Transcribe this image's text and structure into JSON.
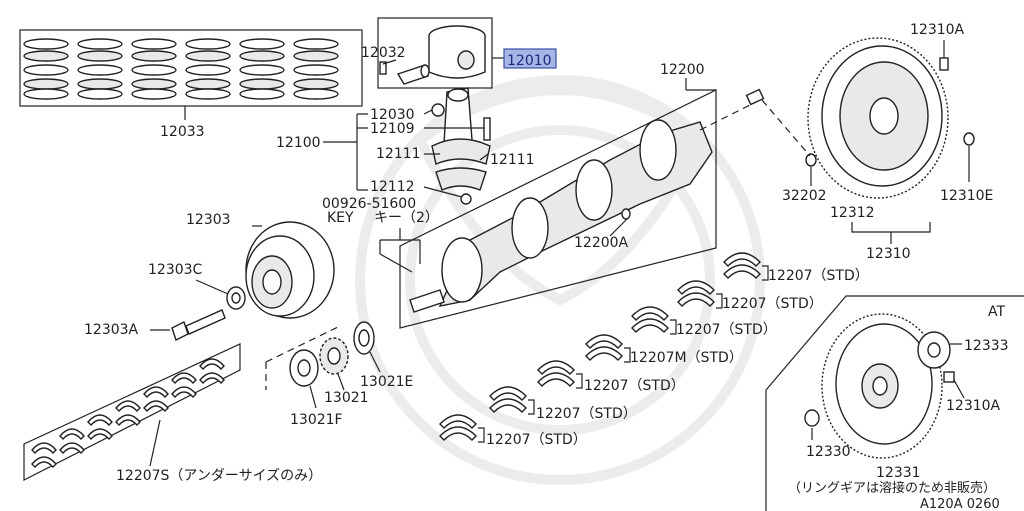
{
  "diagram": {
    "parts": {
      "rings": "12033",
      "piston": "12010",
      "pin": "12032",
      "rod_assembly": "12100",
      "rod_nut": "12030",
      "rod_bolt": "12109",
      "rod_bearing_left": "12111",
      "rod_bearing_right": "12111",
      "rod_cap_nut": "12112",
      "crankshaft": "12200",
      "crank_key_number": "00926-51600",
      "crank_key_label": "KEY",
      "crank_key_jp": "キー（2）",
      "crank_plug": "12200A",
      "pulley": "12303",
      "pulley_washer": "12303C",
      "pulley_bolt": "12303A",
      "flywheel_bolt_top": "12310A",
      "flywheel_dowel": "12310E",
      "pilot_bushing": "32202",
      "ring_gear": "12312",
      "flywheel_assembly": "12310",
      "main_bearing_1": "12207（STD）",
      "main_bearing_2": "12207（STD）",
      "main_bearing_3": "12207（STD）",
      "main_bearing_m": "12207M（STD）",
      "main_bearing_4": "12207（STD）",
      "main_bearing_5": "12207（STD）",
      "main_bearing_6": "12207（STD）",
      "main_bearing_undersize": "12207S（アンダーサイズのみ）",
      "thrust_washer": "13021E",
      "crank_gear": "13021",
      "crank_gear_washer": "13021F",
      "at_label": "AT",
      "drive_plate_reinforce": "12333",
      "drive_plate_bolt": "12310A",
      "drive_plate_spacer": "12330",
      "drive_plate": "12331",
      "drive_plate_note": "（リングギアは溶接のため非販売）",
      "figure_code": "A120A 0260"
    }
  }
}
